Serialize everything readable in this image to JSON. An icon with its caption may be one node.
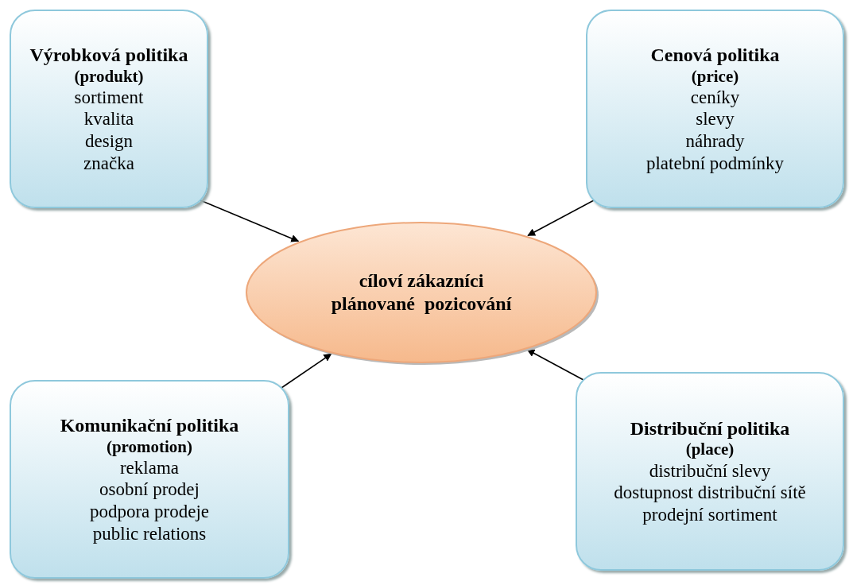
{
  "diagram": {
    "nodes": [
      {
        "text": [
          "Výrobková politika",
          "(produkt)",
          "sortiment",
          "kvalita",
          "design",
          "značka"
        ]
      },
      {
        "text": [
          "Cenová politika",
          "(price)",
          "ceníky",
          "slevy",
          "náhrady",
          "platební podmínky"
        ]
      },
      {
        "text": [
          "cíloví zákazníci",
          "plánované  pozicování"
        ]
      },
      {
        "text": [
          "Komunikační politika",
          "(promotion)",
          "reklama",
          "osobní prodej",
          "podpora prodeje",
          "public relations"
        ]
      },
      {
        "text": [
          "Distribuční politika",
          "(place)",
          "distribuční slevy",
          "dostupnost distribuční sítě",
          "prodejní sortiment"
        ]
      }
    ],
    "edges": [
      {
        "from": 0,
        "to": 2,
        "arrow": "to"
      },
      {
        "from": 1,
        "to": 2,
        "arrow": "to"
      },
      {
        "from": 3,
        "to": 2,
        "arrow": "to"
      },
      {
        "from": 4,
        "to": 2,
        "arrow": "to"
      }
    ]
  }
}
